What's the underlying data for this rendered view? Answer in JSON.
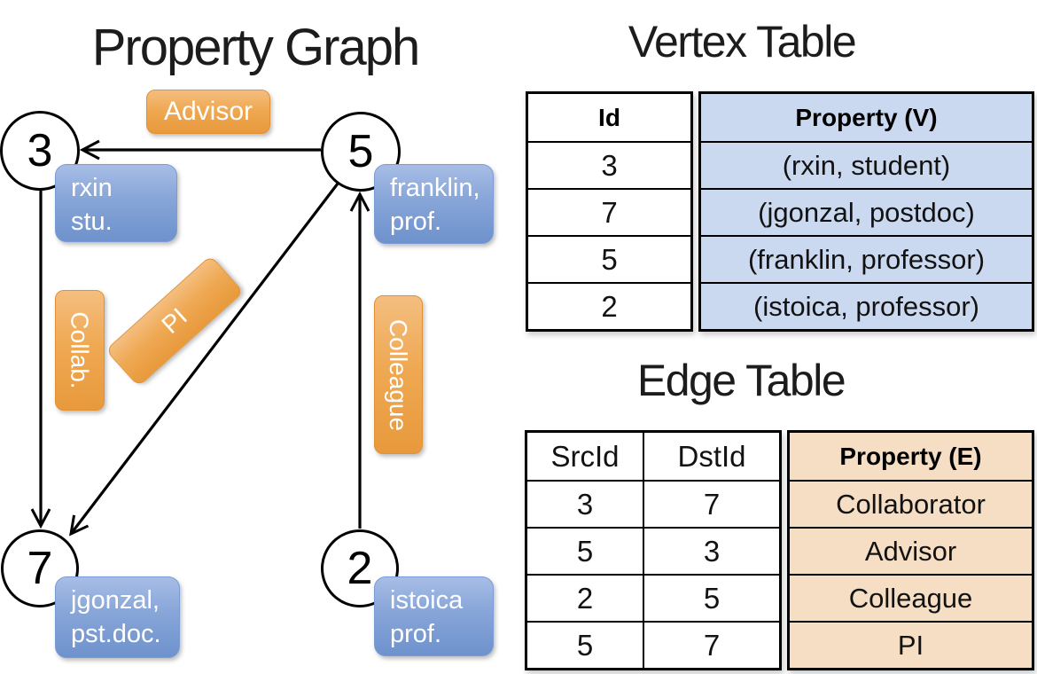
{
  "titles": {
    "graph": "Property Graph",
    "vertex_table": "Vertex Table",
    "edge_table": "Edge Table"
  },
  "graph": {
    "nodes": [
      {
        "id": "3",
        "property_lines": [
          "rxin",
          "stu."
        ]
      },
      {
        "id": "5",
        "property_lines": [
          "franklin,",
          "prof."
        ]
      },
      {
        "id": "7",
        "property_lines": [
          "jgonzal,",
          "pst.doc."
        ]
      },
      {
        "id": "2",
        "property_lines": [
          "istoica",
          "prof."
        ]
      }
    ],
    "edge_labels": [
      {
        "name": "advisor",
        "text": "Advisor"
      },
      {
        "name": "collab",
        "text": "Collab."
      },
      {
        "name": "pi",
        "text": "PI"
      },
      {
        "name": "colleague",
        "text": "Colleague"
      }
    ],
    "edges": [
      {
        "from": "5",
        "to": "3",
        "label": "Advisor"
      },
      {
        "from": "3",
        "to": "7",
        "label": "Collab."
      },
      {
        "from": "5",
        "to": "7",
        "label": "PI"
      },
      {
        "from": "2",
        "to": "5",
        "label": "Colleague"
      }
    ]
  },
  "vertex_table": {
    "headers": {
      "id": "Id",
      "property": "Property (V)"
    },
    "rows": [
      {
        "id": "3",
        "property": "(rxin, student)"
      },
      {
        "id": "7",
        "property": "(jgonzal, postdoc)"
      },
      {
        "id": "5",
        "property": "(franklin, professor)"
      },
      {
        "id": "2",
        "property": "(istoica, professor)"
      }
    ]
  },
  "edge_table": {
    "headers": {
      "src": "SrcId",
      "dst": "DstId",
      "property": "Property (E)"
    },
    "rows": [
      {
        "src": "3",
        "dst": "7",
        "property": "Collaborator"
      },
      {
        "src": "5",
        "dst": "3",
        "property": "Advisor"
      },
      {
        "src": "2",
        "dst": "5",
        "property": "Colleague"
      },
      {
        "src": "5",
        "dst": "7",
        "property": "PI"
      }
    ]
  },
  "colors": {
    "node_fill": "#ffffff",
    "node_border": "#000000",
    "blue_box_fill": "#87A5D8",
    "orange_box_fill": "#EFA953",
    "vertex_property_fill": "#CBD9F0",
    "edge_property_fill": "#F5DEC3",
    "edge_line": "#000000",
    "label_text": "#ffffff"
  }
}
